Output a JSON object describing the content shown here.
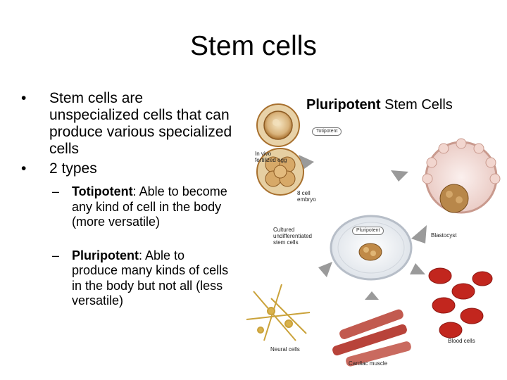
{
  "slide": {
    "title": "Stem cells",
    "bullets": [
      {
        "symbol": "•",
        "text": "Stem cells are unspecialized cells that can produce various specialized cells"
      },
      {
        "symbol": "•",
        "text": "2 types"
      }
    ],
    "sub_bullets": [
      {
        "dash": "–",
        "term": "Totipotent",
        "rest": ": Able to become any kind of cell in the body (more versatile)"
      },
      {
        "dash": "–",
        "term": "Pluripotent",
        "rest": ": Able to produce many kinds of cells in the body but not all (less versatile)"
      }
    ]
  },
  "figure": {
    "heading_bold": "Pluripotent",
    "heading_rest": " Stem Cells",
    "labels": {
      "totipotent_tag": "Totipotent",
      "fertilized_egg": "In vivo\nfertilized egg",
      "eight_cell": "8 cell\nembryo",
      "cultured": "Cultured\nundifferentiated\nstem cells",
      "pluripotent_tag": "Pluripotent",
      "blastocyst": "Blastocyst",
      "neural": "Neural cells",
      "cardiac": "Cardiac muscle",
      "blood": "Blood cells"
    },
    "colors": {
      "cell_tan": "#d8b27a",
      "cell_brown": "#a8702e",
      "arrow_gray": "#9a9a9a",
      "blood_red": "#c2261e",
      "muscle_red": "#b8433a",
      "neural_gold": "#caa23a"
    }
  }
}
